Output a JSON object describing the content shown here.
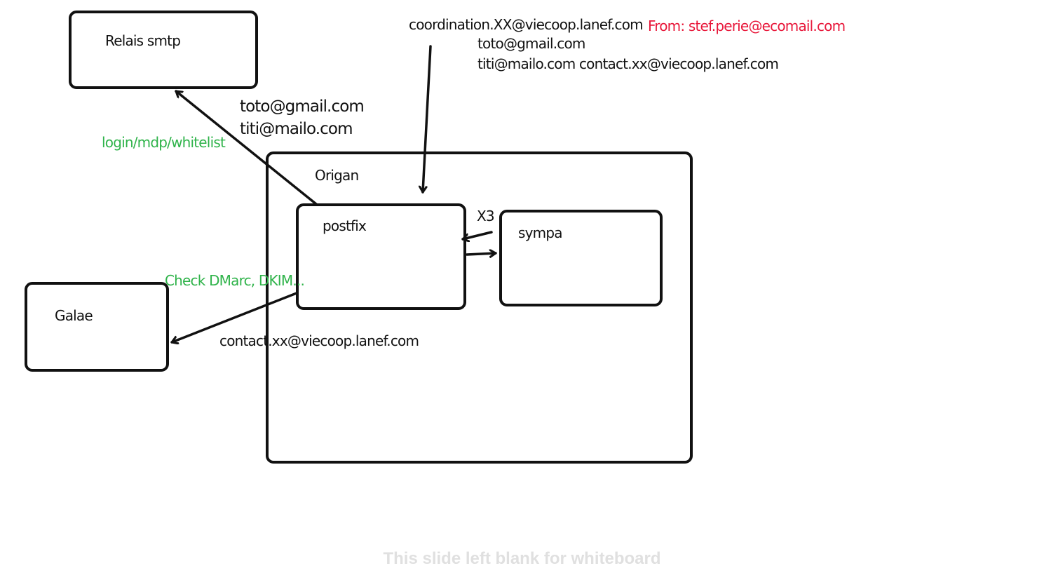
{
  "boxes": {
    "relais_smtp": "Relais smtp",
    "origan": "Origan",
    "postfix": "postfix",
    "sympa": "sympa",
    "galae": "Galae"
  },
  "labels": {
    "relais_addresses": [
      "toto@gmail.com",
      "titi@mailo.com"
    ],
    "login": "login/mdp/whitelist",
    "incoming": "coordination.XX@viecoop.lanef.com",
    "from": "From: stef.perie@ecomail.com",
    "recipients": [
      "toto@gmail.com",
      "titi@mailo.com contact.xx@viecoop.lanef.com"
    ],
    "multiplier": "X3",
    "check": "Check DMarc, DKIM...",
    "galae_address": "contact.xx@viecoop.lanef.com"
  },
  "footer": "This slide left blank for whiteboard",
  "colors": {
    "ink": "#111111",
    "annotation_green": "#2fb34a",
    "annotation_red": "#e8173a",
    "footer_gray": "#e0e0e0"
  }
}
